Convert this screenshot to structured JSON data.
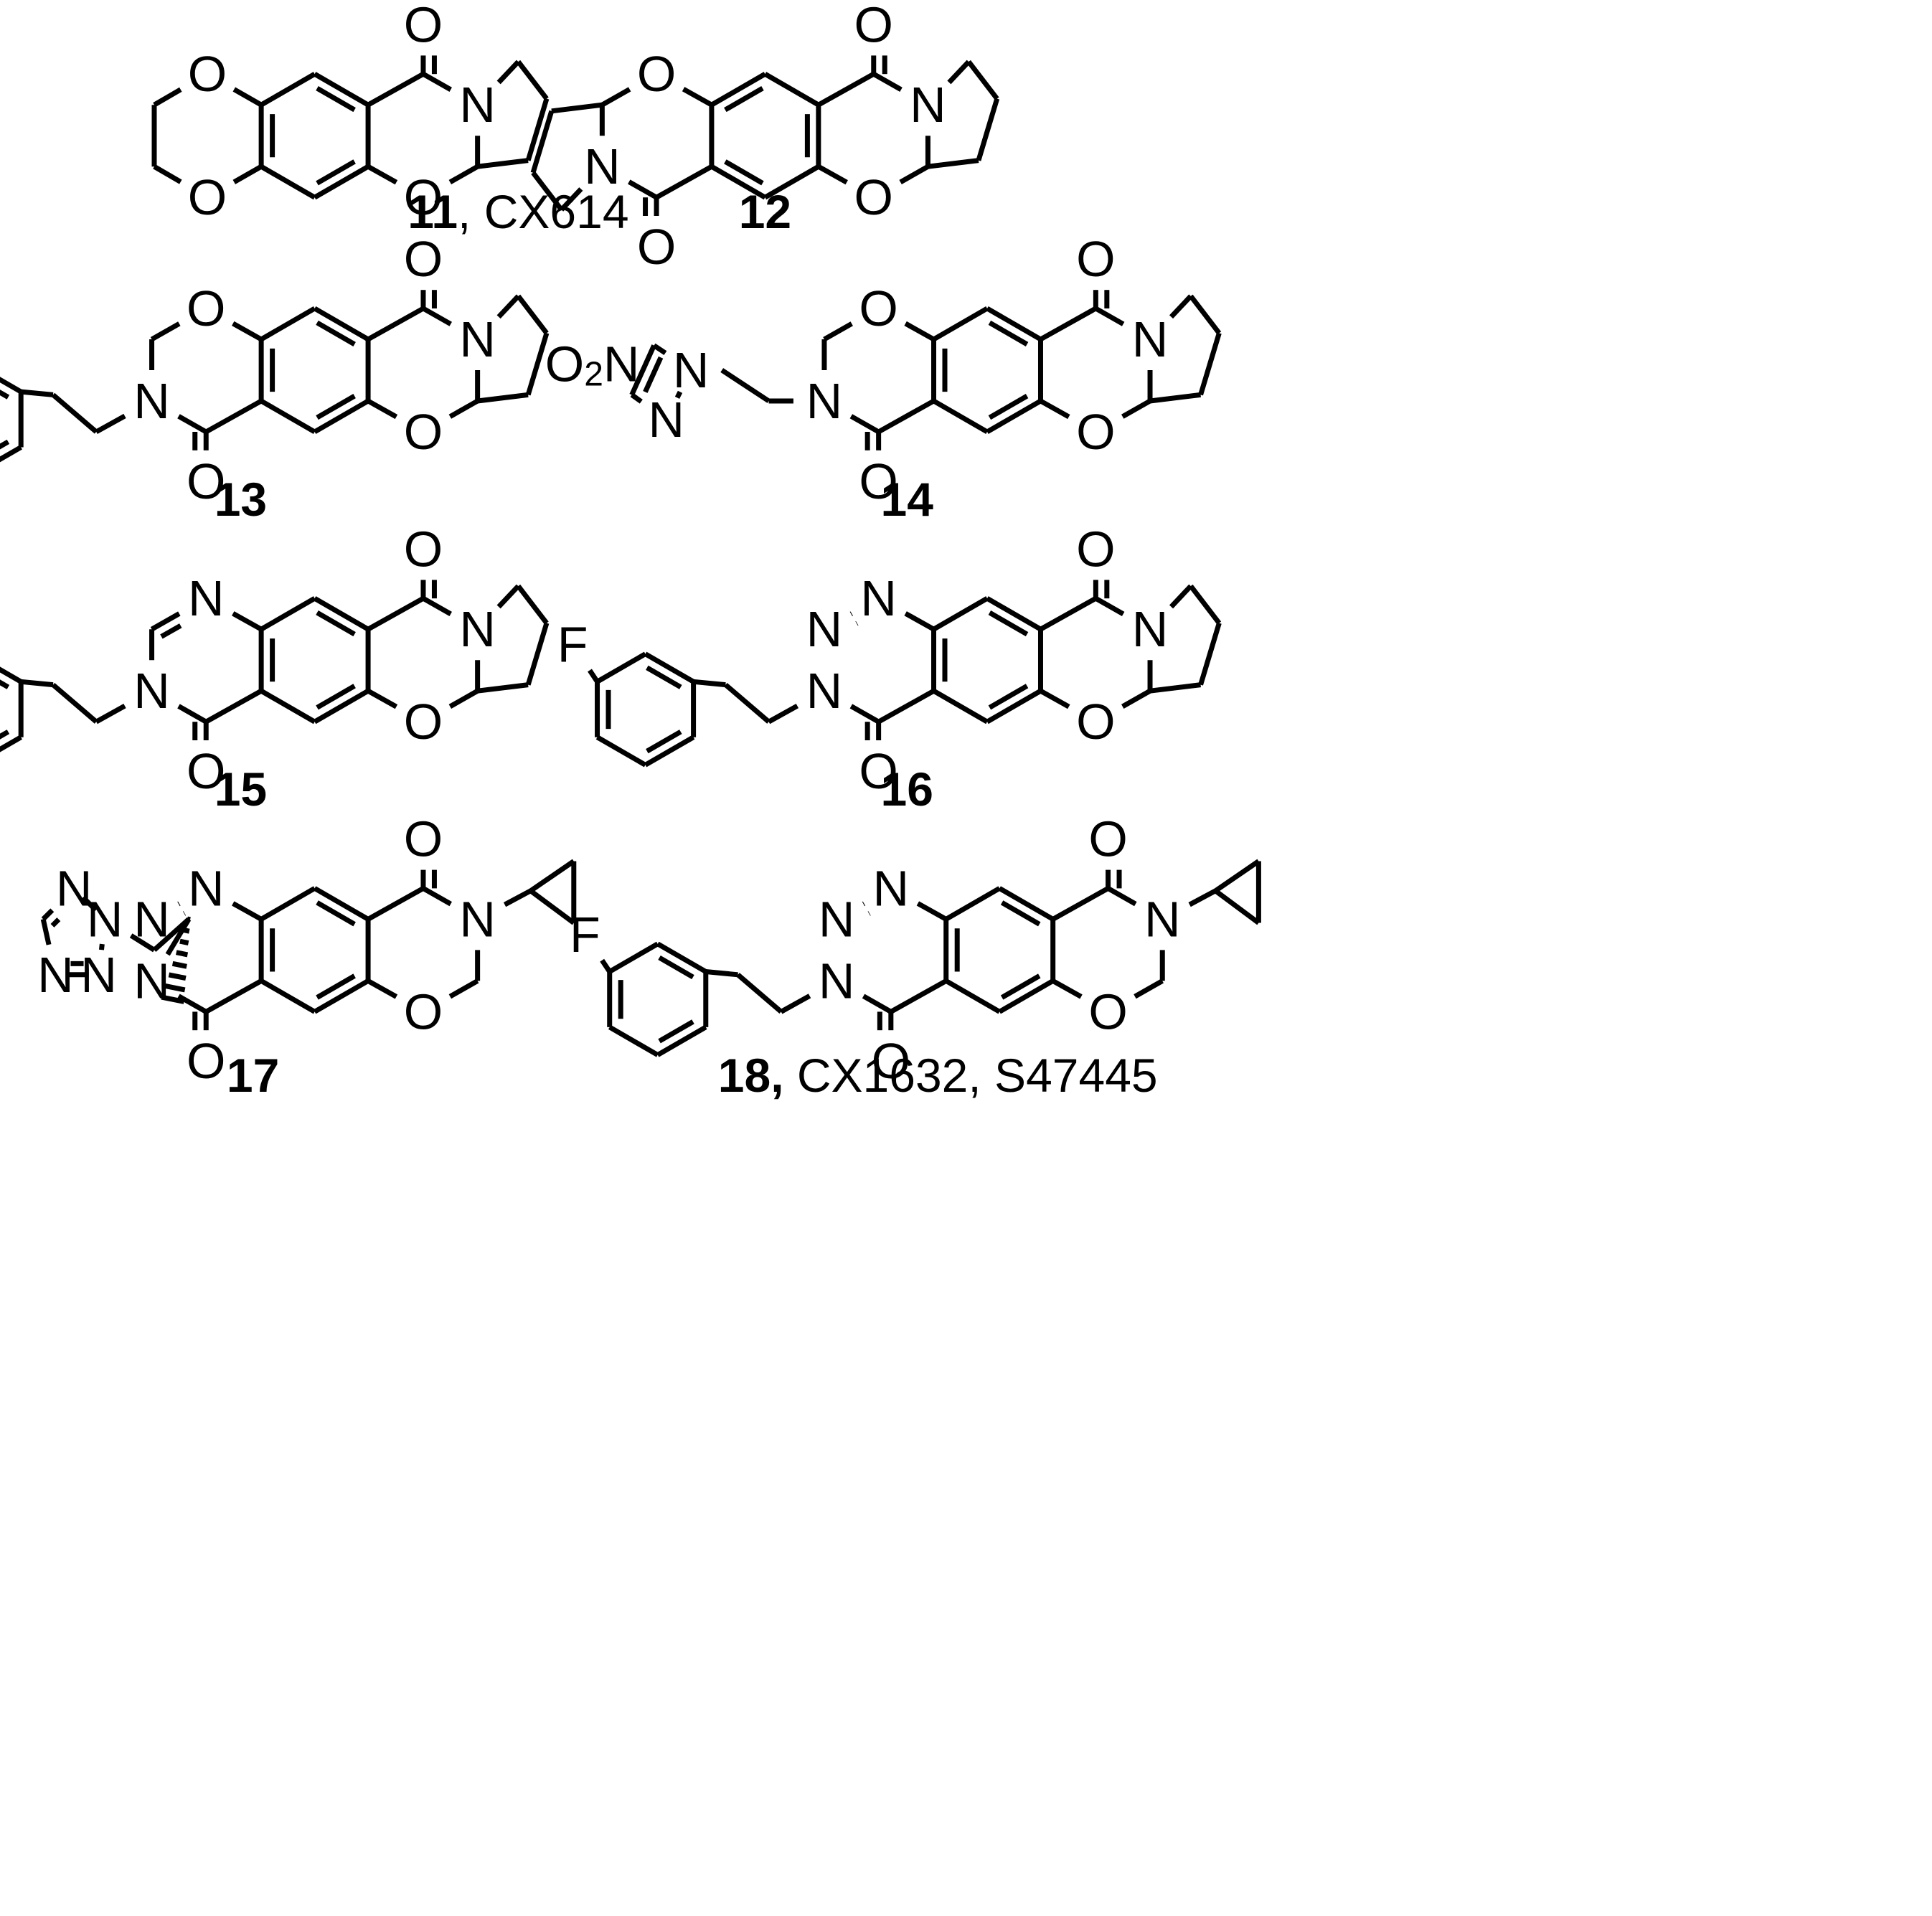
{
  "atom_labels": {
    "O": "O",
    "N": "N",
    "F": "F",
    "O2N_main": "O",
    "O2N_sub": "2",
    "O2N_tail": "N"
  },
  "captions": {
    "c11": {
      "num": "11",
      "rest": ", CX614"
    },
    "c12": {
      "num": "12",
      "rest": ""
    },
    "c13": {
      "num": "13",
      "rest": ""
    },
    "c14": {
      "num": "14",
      "rest": ""
    },
    "c15": {
      "num": "15",
      "rest": ""
    },
    "c16": {
      "num": "16",
      "rest": ""
    },
    "c17": {
      "num": "17",
      "rest": ""
    },
    "c18": {
      "num": "18,",
      "rest": " CX1632, S47445"
    }
  }
}
